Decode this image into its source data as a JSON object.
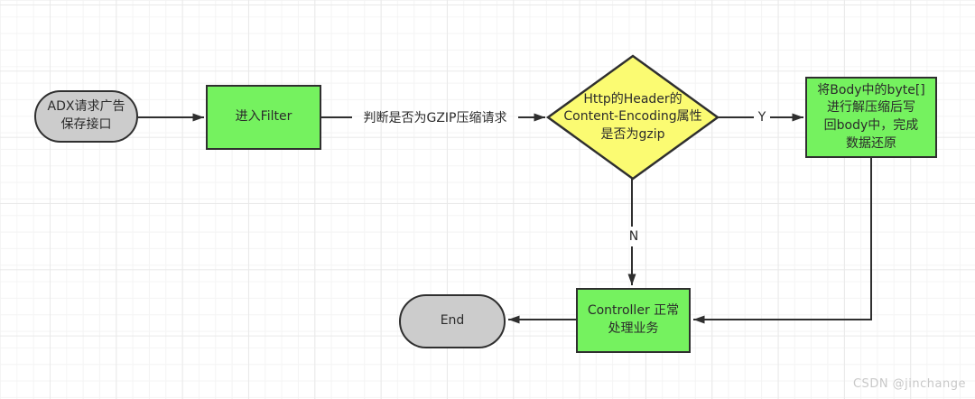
{
  "watermark": "CSDN @jinchange",
  "flowchart": {
    "nodes": {
      "start": {
        "label": "ADX请求广告\n保存接口",
        "shape": "terminator"
      },
      "enter_filter": {
        "label": "进入Filter",
        "shape": "process"
      },
      "decision": {
        "label": "Http的Header的\nContent-Encoding属性\n是否为gzip",
        "shape": "decision"
      },
      "decompress": {
        "label": "将Body中的byte[]\n进行解压缩后写\n回body中，完成\n数据还原",
        "shape": "process"
      },
      "controller": {
        "label": "Controller 正常\n处理业务",
        "shape": "process"
      },
      "end": {
        "label": "End",
        "shape": "terminator"
      }
    },
    "edge_labels": {
      "condition": "判断是否为GZIP压缩请求",
      "yes": "Y",
      "no": "N"
    },
    "colors": {
      "terminator_fill": "#cccccc",
      "process_fill": "#75f25f",
      "decision_fill": "#fbfb72",
      "stroke": "#2f2f2f",
      "grid_minor": "#f4f4f4",
      "grid_major": "#e9e9e9",
      "watermark": "#c8c8c8"
    }
  }
}
